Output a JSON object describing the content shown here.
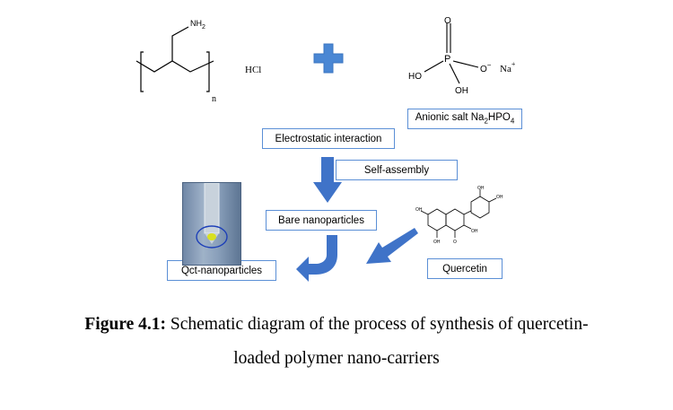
{
  "polymer": {
    "nh2": "NH2",
    "nh2_main": "NH",
    "nh2_sub": "2",
    "subscript_n": "n",
    "hcl": "HCl"
  },
  "salt": {
    "o_minus": "O",
    "minus": "−",
    "na": "Na",
    "plus": "+",
    "p": "P",
    "o": "O",
    "ho": "HO",
    "oh": "OH"
  },
  "boxes": {
    "anionic_salt": {
      "prefix": "Anionic salt Na",
      "sub1": "2",
      "mid": "HPO",
      "sub2": "4"
    },
    "electrostatic": "Electrostatic interaction",
    "self_assembly": "Self-assembly",
    "bare_np": "Bare nanoparticles",
    "quercetin": "Quercetin",
    "qct_np": "Qct-nanoparticles"
  },
  "quercetin_molecule": {
    "oh": "OH",
    "o": "O"
  },
  "caption": {
    "label": "Figure 4.1:",
    "line1": " Schematic diagram of the process of synthesis of quercetin-",
    "line2": "loaded polymer nano-carriers"
  },
  "colors": {
    "arrow": "#3f73c8",
    "plus": "#4a87d4",
    "box_border": "#5b8fd6"
  }
}
